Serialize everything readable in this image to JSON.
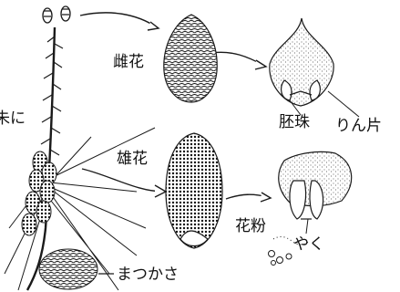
{
  "labels": {
    "partial_left": "朱に",
    "female_flower": "雌花",
    "male_flower": "雄花",
    "ovule": "胚珠",
    "scale": "りん片",
    "pollen": "花粉",
    "anther": "やく",
    "pine_cone": "まつかさ"
  },
  "colors": {
    "ink": "#1a1a1a",
    "background": "#ffffff"
  }
}
